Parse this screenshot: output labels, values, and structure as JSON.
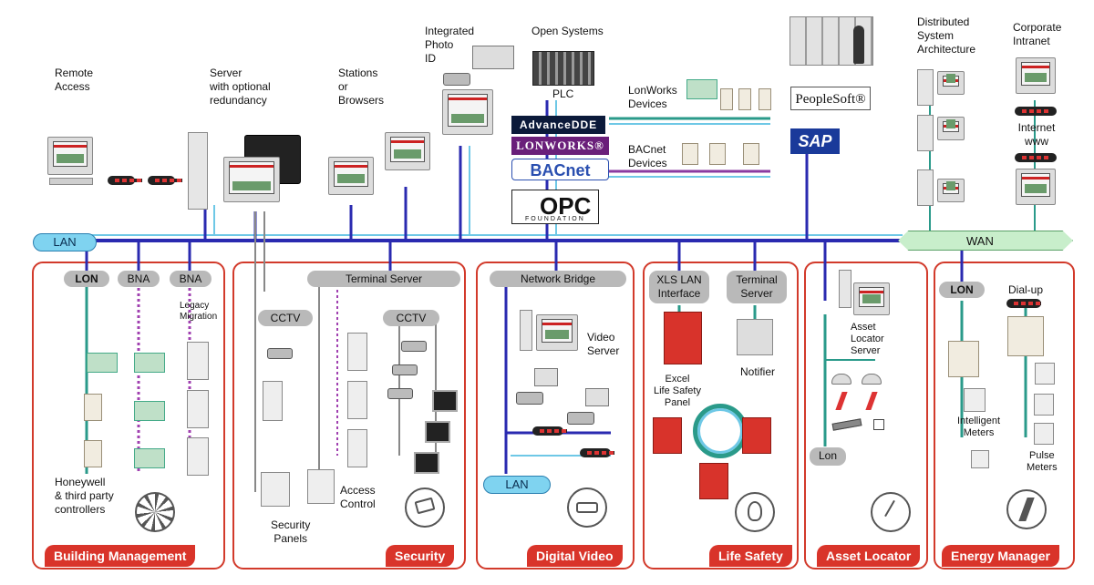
{
  "colors": {
    "bus_blue": "#2a2ab0",
    "wire_cyan": "#6ec8e6",
    "wire_teal": "#2a9a8a",
    "wire_purple": "#8a3aa0",
    "panel_red": "#d9342a"
  },
  "top": {
    "remote_access": "Remote\nAccess",
    "server": "Server\nwith optional\nredundancy",
    "stations": "Stations\nor\nBrowsers",
    "photo_id": "Integrated\nPhoto\nID",
    "open_systems": "Open Systems",
    "plc": "PLC",
    "lonworks_devices": "LonWorks\nDevices",
    "bacnet_devices": "BACnet\nDevices",
    "distributed": "Distributed\nSystem\nArchitecture",
    "corporate_intranet": "Corporate\nIntranet",
    "internet": "Internet\nwww",
    "lan": "LAN",
    "wan": "WAN"
  },
  "logos": {
    "advancedde": "AdvanceDDE",
    "lonworks": "LONWORKS®",
    "bacnet": "BACnet",
    "opc": "OPC",
    "opc_sub": "FOUNDATION",
    "peoplesoft": "PeopleSoft®",
    "sap": "SAP"
  },
  "building": {
    "title": "Building Management",
    "lon": "LON",
    "bna1": "BNA",
    "bna2": "BNA",
    "legacy": "Legacy\nMigration",
    "controllers": "Honeywell\n& third party\ncontrollers"
  },
  "security": {
    "title": "Security",
    "terminal_server": "Terminal Server",
    "cctv1": "CCTV",
    "cctv2": "CCTV",
    "security_panels": "Security\nPanels",
    "access_control": "Access\nControl"
  },
  "video": {
    "title": "Digital Video",
    "network_bridge": "Network Bridge",
    "video_server": "Video\nServer",
    "lan": "LAN"
  },
  "life": {
    "title": "Life Safety",
    "xls": "XLS LAN\nInterface",
    "terminal": "Terminal\nServer",
    "excel_panel": "Excel\nLife Safety\nPanel",
    "notifier": "Notifier"
  },
  "asset": {
    "title": "Asset Locator",
    "server": "Asset\nLocator\nServer",
    "lon": "Lon"
  },
  "energy": {
    "title": "Energy Manager",
    "lon": "LON",
    "dialup": "Dial-up",
    "intelligent": "Intelligent\nMeters",
    "pulse": "Pulse\nMeters"
  }
}
